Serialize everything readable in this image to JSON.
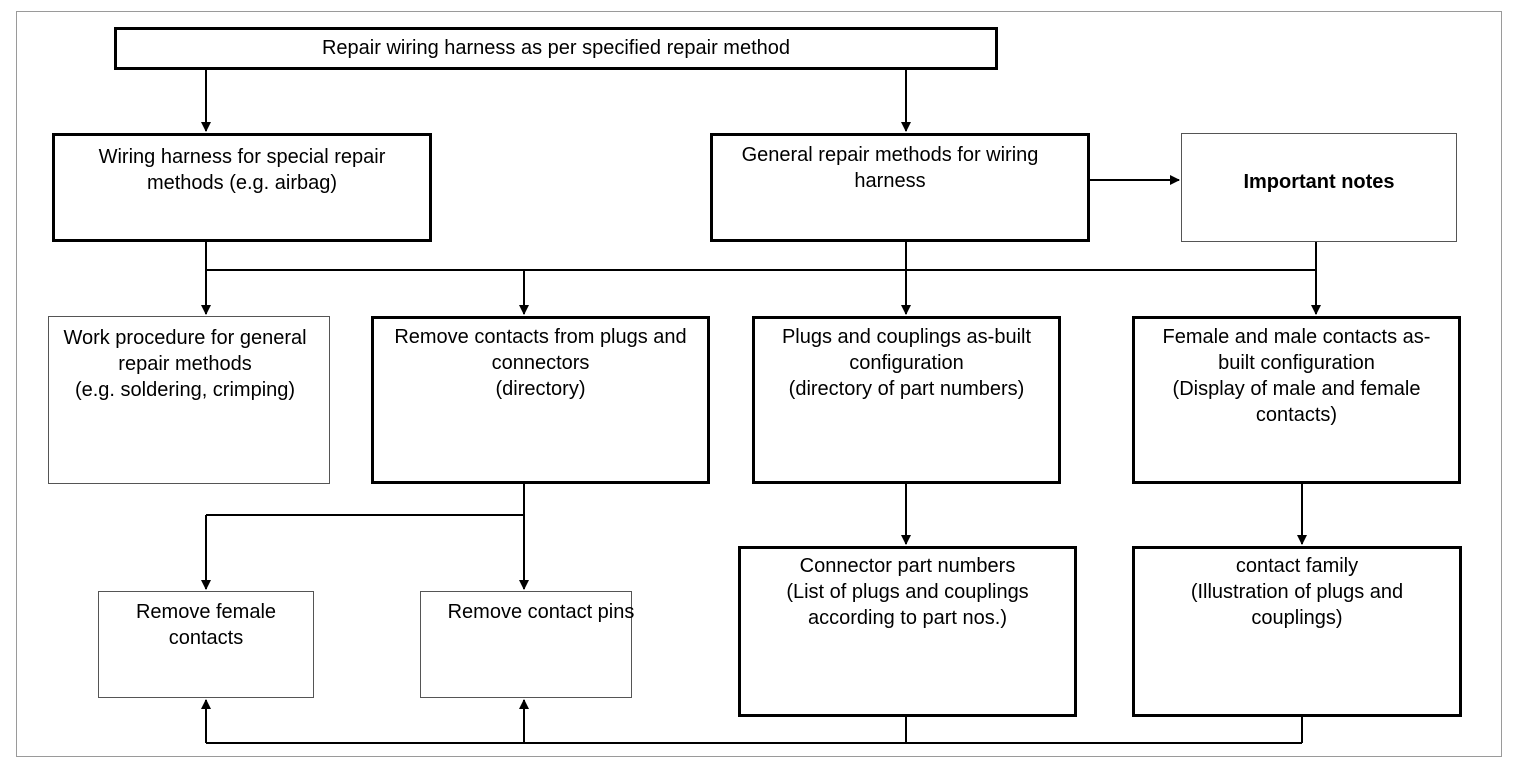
{
  "diagram": {
    "root": "Repair wiring harness as per specified repair method",
    "special": "Wiring harness for special repair\nmethods (e.g. airbag)",
    "general": "General repair methods for wiring\nharness",
    "notes": "Important notes",
    "work_procedure": "Work procedure for general\nrepair methods\n(e.g. soldering, crimping)",
    "remove_contacts": "Remove contacts from plugs and\nconnectors\n(directory)",
    "plugs_couplings": "Plugs and couplings as-built\nconfiguration\n(directory of part numbers)",
    "female_male": "Female and male contacts as-\nbuilt configuration\n(Display of male and female\ncontacts)",
    "remove_female": "Remove female\ncontacts",
    "remove_pins": "Remove contact pins",
    "connector_parts": "Connector part numbers\n(List of plugs and couplings\naccording to part nos.)",
    "contact_family": "contact family\n(Illustration of plugs and\ncouplings)"
  }
}
